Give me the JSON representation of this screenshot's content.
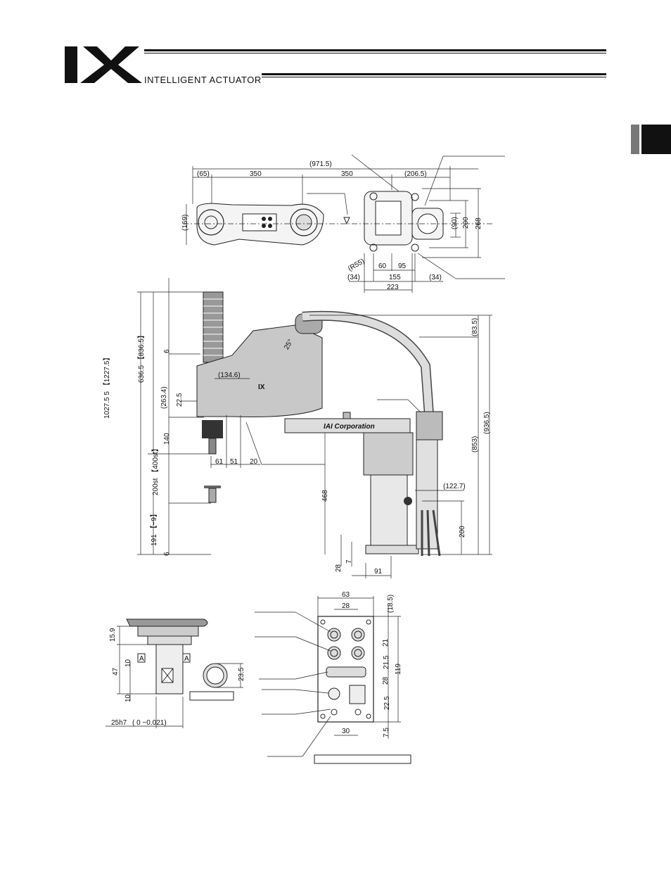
{
  "header": {
    "logo_text": "IX",
    "brand": "INTELLIGENT ACTUATOR"
  },
  "top_view": {
    "overall": "(971.5)",
    "d65": "(65)",
    "d350a": "350",
    "d350b": "350",
    "d206": "(206.5)",
    "d169": "(169)",
    "d90": "(90)",
    "d200": "200",
    "d268": "268",
    "r55": "(R55)",
    "d60": "60",
    "d95": "95",
    "d34a": "(34)",
    "d155": "155",
    "d34b": "(34)",
    "d223": "223"
  },
  "side_view": {
    "h1027": "1027.5 5 【1227.5】",
    "h636": "636.5 【836.5】",
    "h263": "(263.4)",
    "h225": "22.5",
    "h6a": "6",
    "h140": "140",
    "h200st": "200st 【400st】",
    "h191": "191 【−9】",
    "h6b": "6",
    "d1346": "(134.6)",
    "angle": "25°",
    "d61": "61",
    "d51": "51",
    "d20": "20",
    "d468": "468",
    "d835": "(83.5)",
    "d853": "(853)",
    "d9365": "(936.5)",
    "d1227": "(122.7)",
    "d200": "200",
    "d28": "28",
    "d7": "7",
    "d91": "91",
    "corp": "IAI Corporation",
    "arm_logo": "IX"
  },
  "detail_view": {
    "d159": "15.9",
    "d47": "47",
    "d10a": "10",
    "d10b": "10",
    "d235": "23.5",
    "shaft": "25h7",
    "tol": "( 0 −0.021)",
    "sec_a1": "A",
    "sec_a2": "A"
  },
  "panel_view": {
    "d63": "63",
    "d28top": "28",
    "d185": "(18.5)",
    "d21": "21",
    "d215": "21.5",
    "d28": "28",
    "d225": "22.5",
    "d75": "7.5",
    "d119": "119",
    "d30": "30"
  }
}
